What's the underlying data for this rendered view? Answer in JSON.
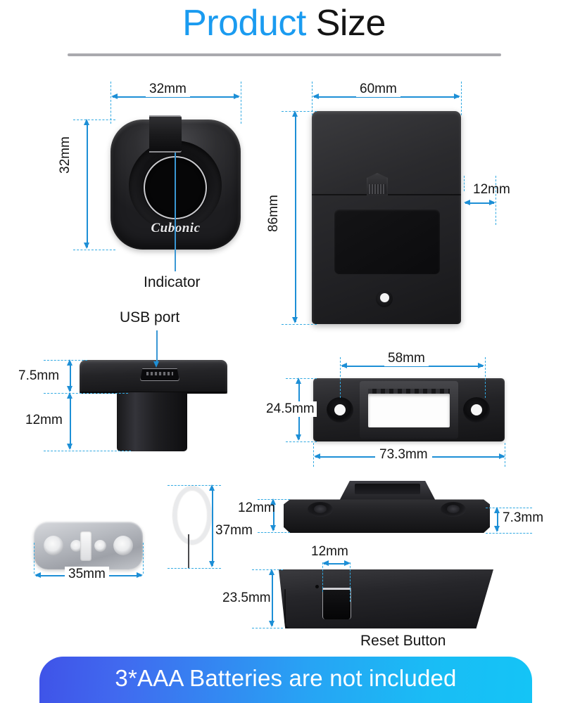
{
  "title": {
    "part1": "Product",
    "part2": "Size"
  },
  "colors": {
    "title_accent": "#1a9bf0",
    "title_dark": "#141414",
    "dimension_line": "#1d8fd6",
    "extension_line": "#31a9e2",
    "banner_start": "#3f53e8",
    "banner_end": "#14c4f6",
    "indicator_led": "#35d417"
  },
  "parts": {
    "fingerprint_module": {
      "name": "fingerprint-module",
      "brand_logo": "Cubonic",
      "width": "32mm",
      "height": "32mm",
      "callout": "Indicator"
    },
    "lock_body": {
      "name": "lock-body",
      "width": "60mm",
      "height": "86mm",
      "latch_depth": "12mm"
    },
    "usb_port": {
      "name": "usb-port-side-view",
      "callout": "USB port",
      "cap_height": "7.5mm",
      "stem_height": "12mm"
    },
    "strike_plate": {
      "name": "strike-plate",
      "hole_spacing": "58mm",
      "height": "24.5mm",
      "total_width": "73.3mm"
    },
    "metal_plate": {
      "name": "metal-mounting-plate",
      "width": "35mm"
    },
    "reset_pin": {
      "name": "reset-pin-key",
      "height": "37mm"
    },
    "bracket": {
      "name": "strike-bracket",
      "left_height": "12mm",
      "right_height": "7.3mm"
    },
    "reset_panel": {
      "name": "reset-button-panel",
      "height": "23.5mm",
      "button_width": "12mm",
      "callout": "Reset Button"
    }
  },
  "banner": {
    "text": "3*AAA Batteries are not included"
  }
}
